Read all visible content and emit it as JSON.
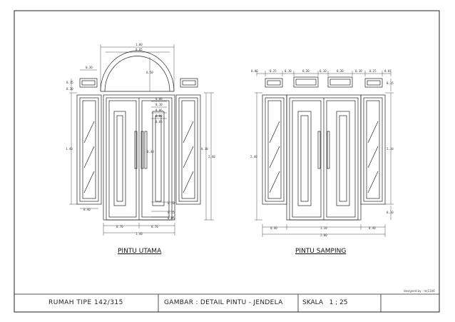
{
  "drawings": {
    "left": {
      "title": "PINTU UTAMA",
      "dims": [
        "1.00",
        "0.85",
        "0.30",
        "0.15",
        "0.50",
        "0.30",
        "0.06",
        "0.10",
        "0.06",
        "0.08",
        "0.06",
        "2.40",
        "1.40",
        "0.10",
        "0.10",
        "0.40",
        "0.15",
        "0.05",
        "0.70",
        "0.70",
        "1.40",
        "0.40"
      ]
    },
    "right": {
      "title": "PINTU SAMPING",
      "dims": [
        "0.06",
        "0.25",
        "0.10",
        "0.30",
        "0.10",
        "0.30",
        "0.10",
        "0.25",
        "0.07",
        "0.15",
        "2.40",
        "2.10",
        "0.10",
        "0.40",
        "1.20",
        "0.40",
        "2.00"
      ]
    }
  },
  "title_block": {
    "project": "RUMAH TIPE 142/315",
    "drawing": "GAMBAR : DETAIL PINTU - JENDELA",
    "scale": "SKALA   1 ; 25",
    "designer": "designed by : m|1106"
  }
}
